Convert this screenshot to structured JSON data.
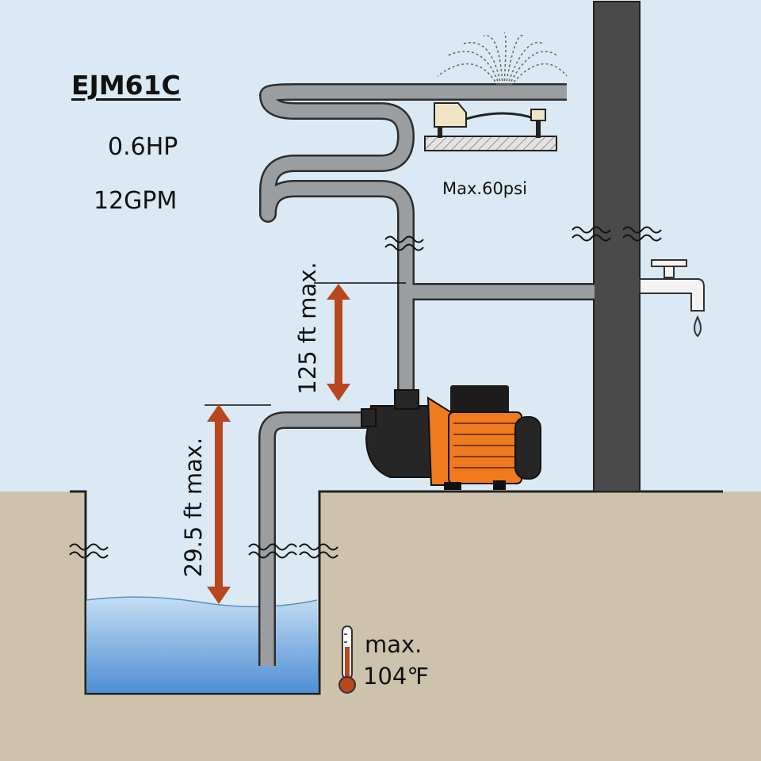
{
  "specs": {
    "model": "EJM61C",
    "power": "0.6HP",
    "flow": "12GPM",
    "max_pressure": "Max.60psi",
    "max_head": "125 ft max.",
    "max_suction": "29.5 ft max.",
    "max_temp_label": "max.",
    "max_temp_value": "104℉"
  },
  "colors": {
    "sky": "#dae9f3",
    "ground": "#cdc2ab",
    "pipe": "#9a9ea1",
    "water": "#7fb3e3",
    "arrow": "#b8461f",
    "pump_orange": "#f07a1e",
    "wall": "#4a4a4a"
  },
  "icons": [
    "sprinkler-icon",
    "faucet-icon",
    "thermometer-icon",
    "pump-icon"
  ]
}
